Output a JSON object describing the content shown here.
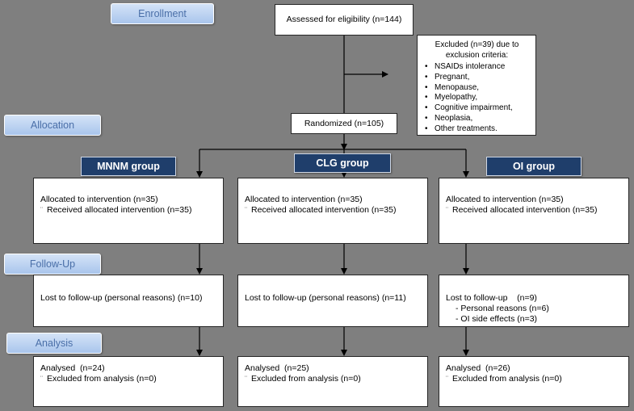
{
  "stages": {
    "enrollment": "Enrollment",
    "allocation": "Allocation",
    "followup": "Follow-Up",
    "analysis": "Analysis"
  },
  "eligibility": "Assessed for eligibility (n=144)",
  "excluded": {
    "header": "Excluded (n=39) due to exclusion criteria:",
    "items": [
      "NSAIDs intolerance",
      "Pregnant,",
      "Menopause,",
      "Myelopathy,",
      "Cognitive impairment,",
      "Neoplasia,",
      "Other treatments."
    ]
  },
  "randomized": "Randomized (n=105)",
  "groups": {
    "mnnm": {
      "name": "MNNM group",
      "allocated": "Allocated to intervention (n=35)",
      "received": "Received allocated intervention (n=35)",
      "lost": "Lost to follow-up (personal reasons) (n=10)",
      "analysed": "Analysed  (n=24)",
      "excluded_analysis": "Excluded from analysis (n=0)"
    },
    "clg": {
      "name": "CLG group",
      "allocated": "Allocated to intervention (n=35)",
      "received": "Received allocated intervention (n=35)",
      "lost": "Lost to follow-up (personal reasons) (n=11)",
      "analysed": "Analysed  (n=25)",
      "excluded_analysis": "Excluded from analysis (n=0)"
    },
    "oi": {
      "name": "OI group",
      "allocated": "Allocated to intervention (n=35)",
      "received": "Received allocated intervention (n=35)",
      "lost": "Lost to follow-up    (n=9)",
      "lost_details": [
        "- Personal reasons (n=6)",
        "- OI side effects (n=3)"
      ],
      "analysed": "Analysed  (n=26)",
      "excluded_analysis": "Excluded from analysis (n=0)"
    }
  }
}
